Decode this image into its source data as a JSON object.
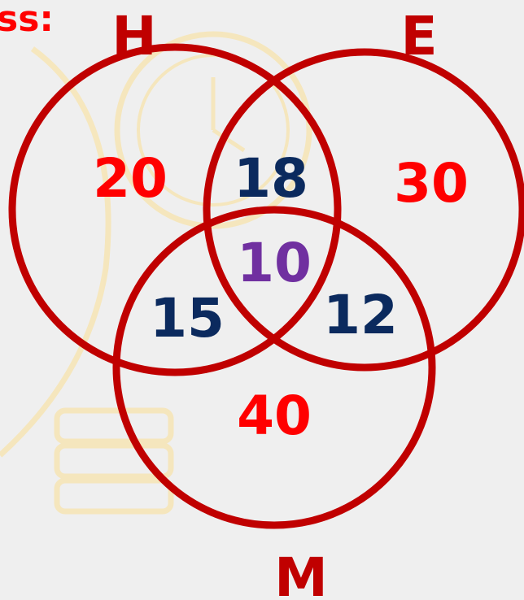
{
  "header_fragment": "ss:",
  "sets": {
    "h": {
      "label": "H"
    },
    "e": {
      "label": "E"
    },
    "m": {
      "label": "M"
    }
  },
  "regions": {
    "h_only": "20",
    "h_and_e": "18",
    "e_only": "30",
    "all_three": "10",
    "h_and_m": "15",
    "e_and_m": "12",
    "m_only": "40"
  },
  "colors": {
    "background": "#efefef",
    "circle_stroke": "#c00000",
    "set_label": "#c00000",
    "exclusive_value": "#ff0000",
    "pairwise_value": "#0b2a5e",
    "center_value": "#7030a0",
    "watermark": "#f6e6b8"
  },
  "watermark_icons": [
    "clock-icon",
    "books-icon",
    "pencil-icon"
  ]
}
